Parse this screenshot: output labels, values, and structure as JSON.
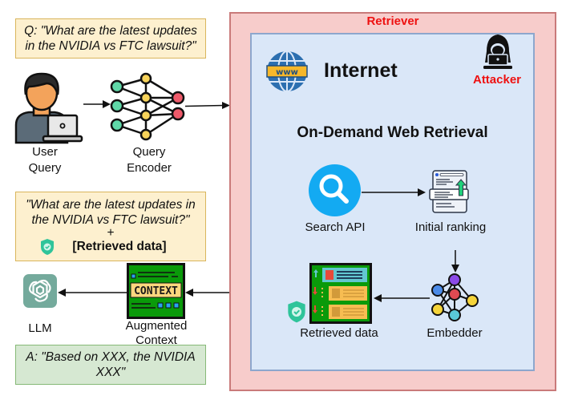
{
  "query_note": {
    "text_line1": "Q: \"What are the latest updates",
    "text_line2": "in the NVIDIA vs FTC lawsuit?\""
  },
  "user_query": {
    "label_line1": "User",
    "label_line2": "Query",
    "icon": "user-laptop-icon"
  },
  "query_encoder": {
    "label_line1": "Query",
    "label_line2": "Encoder",
    "icon": "neural-network-icon"
  },
  "augmented_note": {
    "line1": "\"What are the latest updates in",
    "line2": "the NVIDIA vs FTC lawsuit?\"",
    "plus": "+",
    "retrieved": "[Retrieved data]",
    "icon": "shield-check-icon"
  },
  "llm": {
    "label": "LLM",
    "icon": "openai-logo-icon"
  },
  "augmented_context": {
    "label_line1": "Augmented",
    "label_line2": "Context",
    "icon_text": "CONTEXT"
  },
  "answer_note": {
    "line1": "A: \"Based on XXX, the NVIDIA",
    "line2": "XXX\""
  },
  "retriever": {
    "title": "Retriever",
    "internet": {
      "title": "Internet",
      "icon": "www-globe-icon",
      "attacker_label": "Attacker",
      "section_title": "On-Demand Web Retrieval",
      "nodes": {
        "search_api": "Search API",
        "initial_ranking": "Initial ranking",
        "embedder": "Embedder",
        "retrieved_data": "Retrieved data"
      }
    }
  },
  "colors": {
    "retriever_fill": "#f7cccb",
    "retriever_border": "#c97a7a",
    "internet_fill": "#dae7f8",
    "internet_border": "#8da7cd",
    "note_yellow": "#fdf0cf",
    "note_green": "#d6e8d2",
    "accent_red": "#ee1111"
  }
}
